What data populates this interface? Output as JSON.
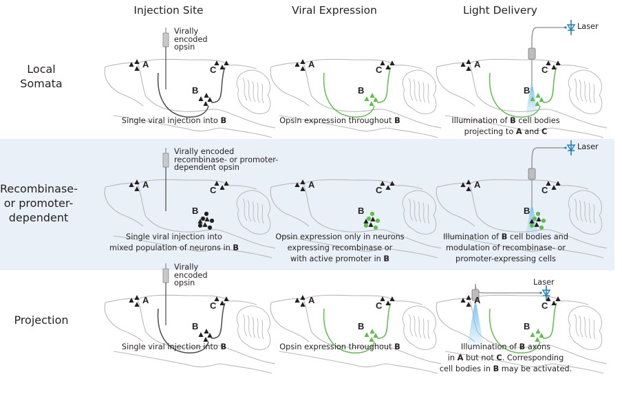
{
  "column_titles": [
    "Injection Site",
    "Viral Expression",
    "Light Delivery"
  ],
  "rows": [
    {
      "label_lines": [
        "Local",
        "Somata"
      ],
      "highlighted": false,
      "injection": {
        "label_lines": [
          "Virally",
          "encoded",
          "opsin"
        ],
        "caption_parts": [
          "Single viral injection into ",
          "B",
          ""
        ]
      },
      "expression": {
        "caption_parts": [
          "Opsin expression throughout ",
          "B",
          ""
        ]
      },
      "light": {
        "laser_label": "Laser",
        "caption_lines": [
          [
            "Illumination of ",
            "B",
            " cell bodies"
          ],
          [
            "projecting to ",
            "A",
            " and ",
            "C",
            ""
          ]
        ]
      }
    },
    {
      "label_lines": [
        "Recombinase-",
        "or promoter-",
        "dependent"
      ],
      "highlighted": true,
      "injection": {
        "label_lines": [
          "Virally encoded",
          "recombinase- or promoter-",
          "dependent opsin"
        ],
        "caption_lines": [
          [
            "Single viral injection into"
          ],
          [
            "mixed population of neurons in ",
            "B",
            ""
          ]
        ]
      },
      "expression": {
        "caption_lines": [
          [
            "Opsin expression only in neurons"
          ],
          [
            "expressing recombinase or"
          ],
          [
            "with active promoter in ",
            "B",
            ""
          ]
        ]
      },
      "light": {
        "laser_label": "Laser",
        "caption_lines": [
          [
            "Illumination of ",
            "B",
            " cell bodies and"
          ],
          [
            "modulation of recombinase- or"
          ],
          [
            "promoter-expressing cells"
          ]
        ]
      }
    },
    {
      "label_lines": [
        "Projection"
      ],
      "highlighted": false,
      "injection": {
        "label_lines": [
          "Virally",
          "encoded",
          "opsin"
        ],
        "caption_parts": [
          "Single viral injection into ",
          "B",
          ""
        ]
      },
      "expression": {
        "caption_parts": [
          "Opsin expression throughout ",
          "B",
          ""
        ]
      },
      "light": {
        "laser_label": "Laser",
        "caption_lines": [
          [
            "Illumination of ",
            "B",
            " axons"
          ],
          [
            "in ",
            "A",
            " but not ",
            "C",
            ". Corresponding"
          ],
          [
            "cell bodies in ",
            "B",
            " may be activated."
          ]
        ]
      }
    }
  ],
  "region_labels": {
    "a": "A",
    "b": "B",
    "c": "C"
  },
  "colors": {
    "band": "#e9f0f7",
    "opsin_green": "#5cbf4a",
    "laser_blue": "#1f7fc4",
    "light_cone": "#7ec3ee",
    "outline": "#b8b8b8",
    "neuron": "#231f20"
  }
}
